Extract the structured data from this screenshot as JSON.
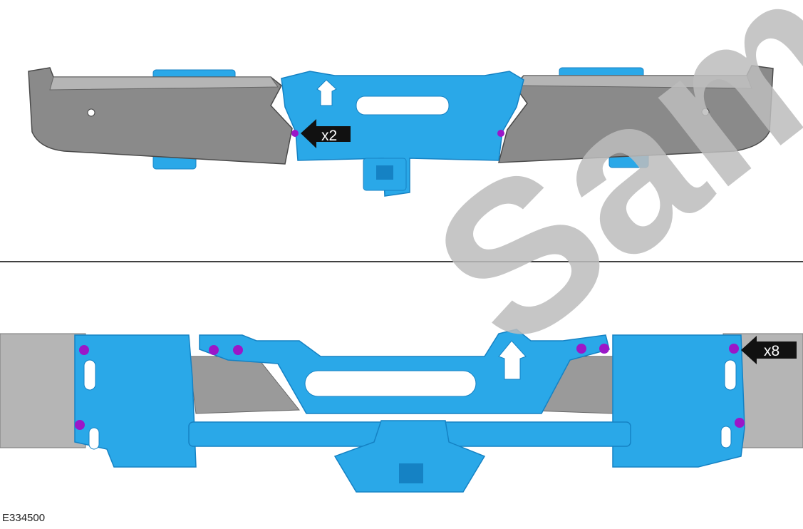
{
  "figure": {
    "id_label": "E334500",
    "watermark_text": "Sample",
    "top_view": {
      "callout_label": "x2",
      "fastener_count": 2
    },
    "bottom_view": {
      "callout_label": "x8",
      "fastener_count": 8
    }
  },
  "colors": {
    "bracket": "#2aa8e8",
    "bracket_dark": "#1582c4",
    "bumper_skin": "#8a8a8a",
    "bumper_top": "#b5b5b5",
    "fastener": "#9b17c8",
    "callout_bg": "#111111",
    "divider": "#000000"
  }
}
